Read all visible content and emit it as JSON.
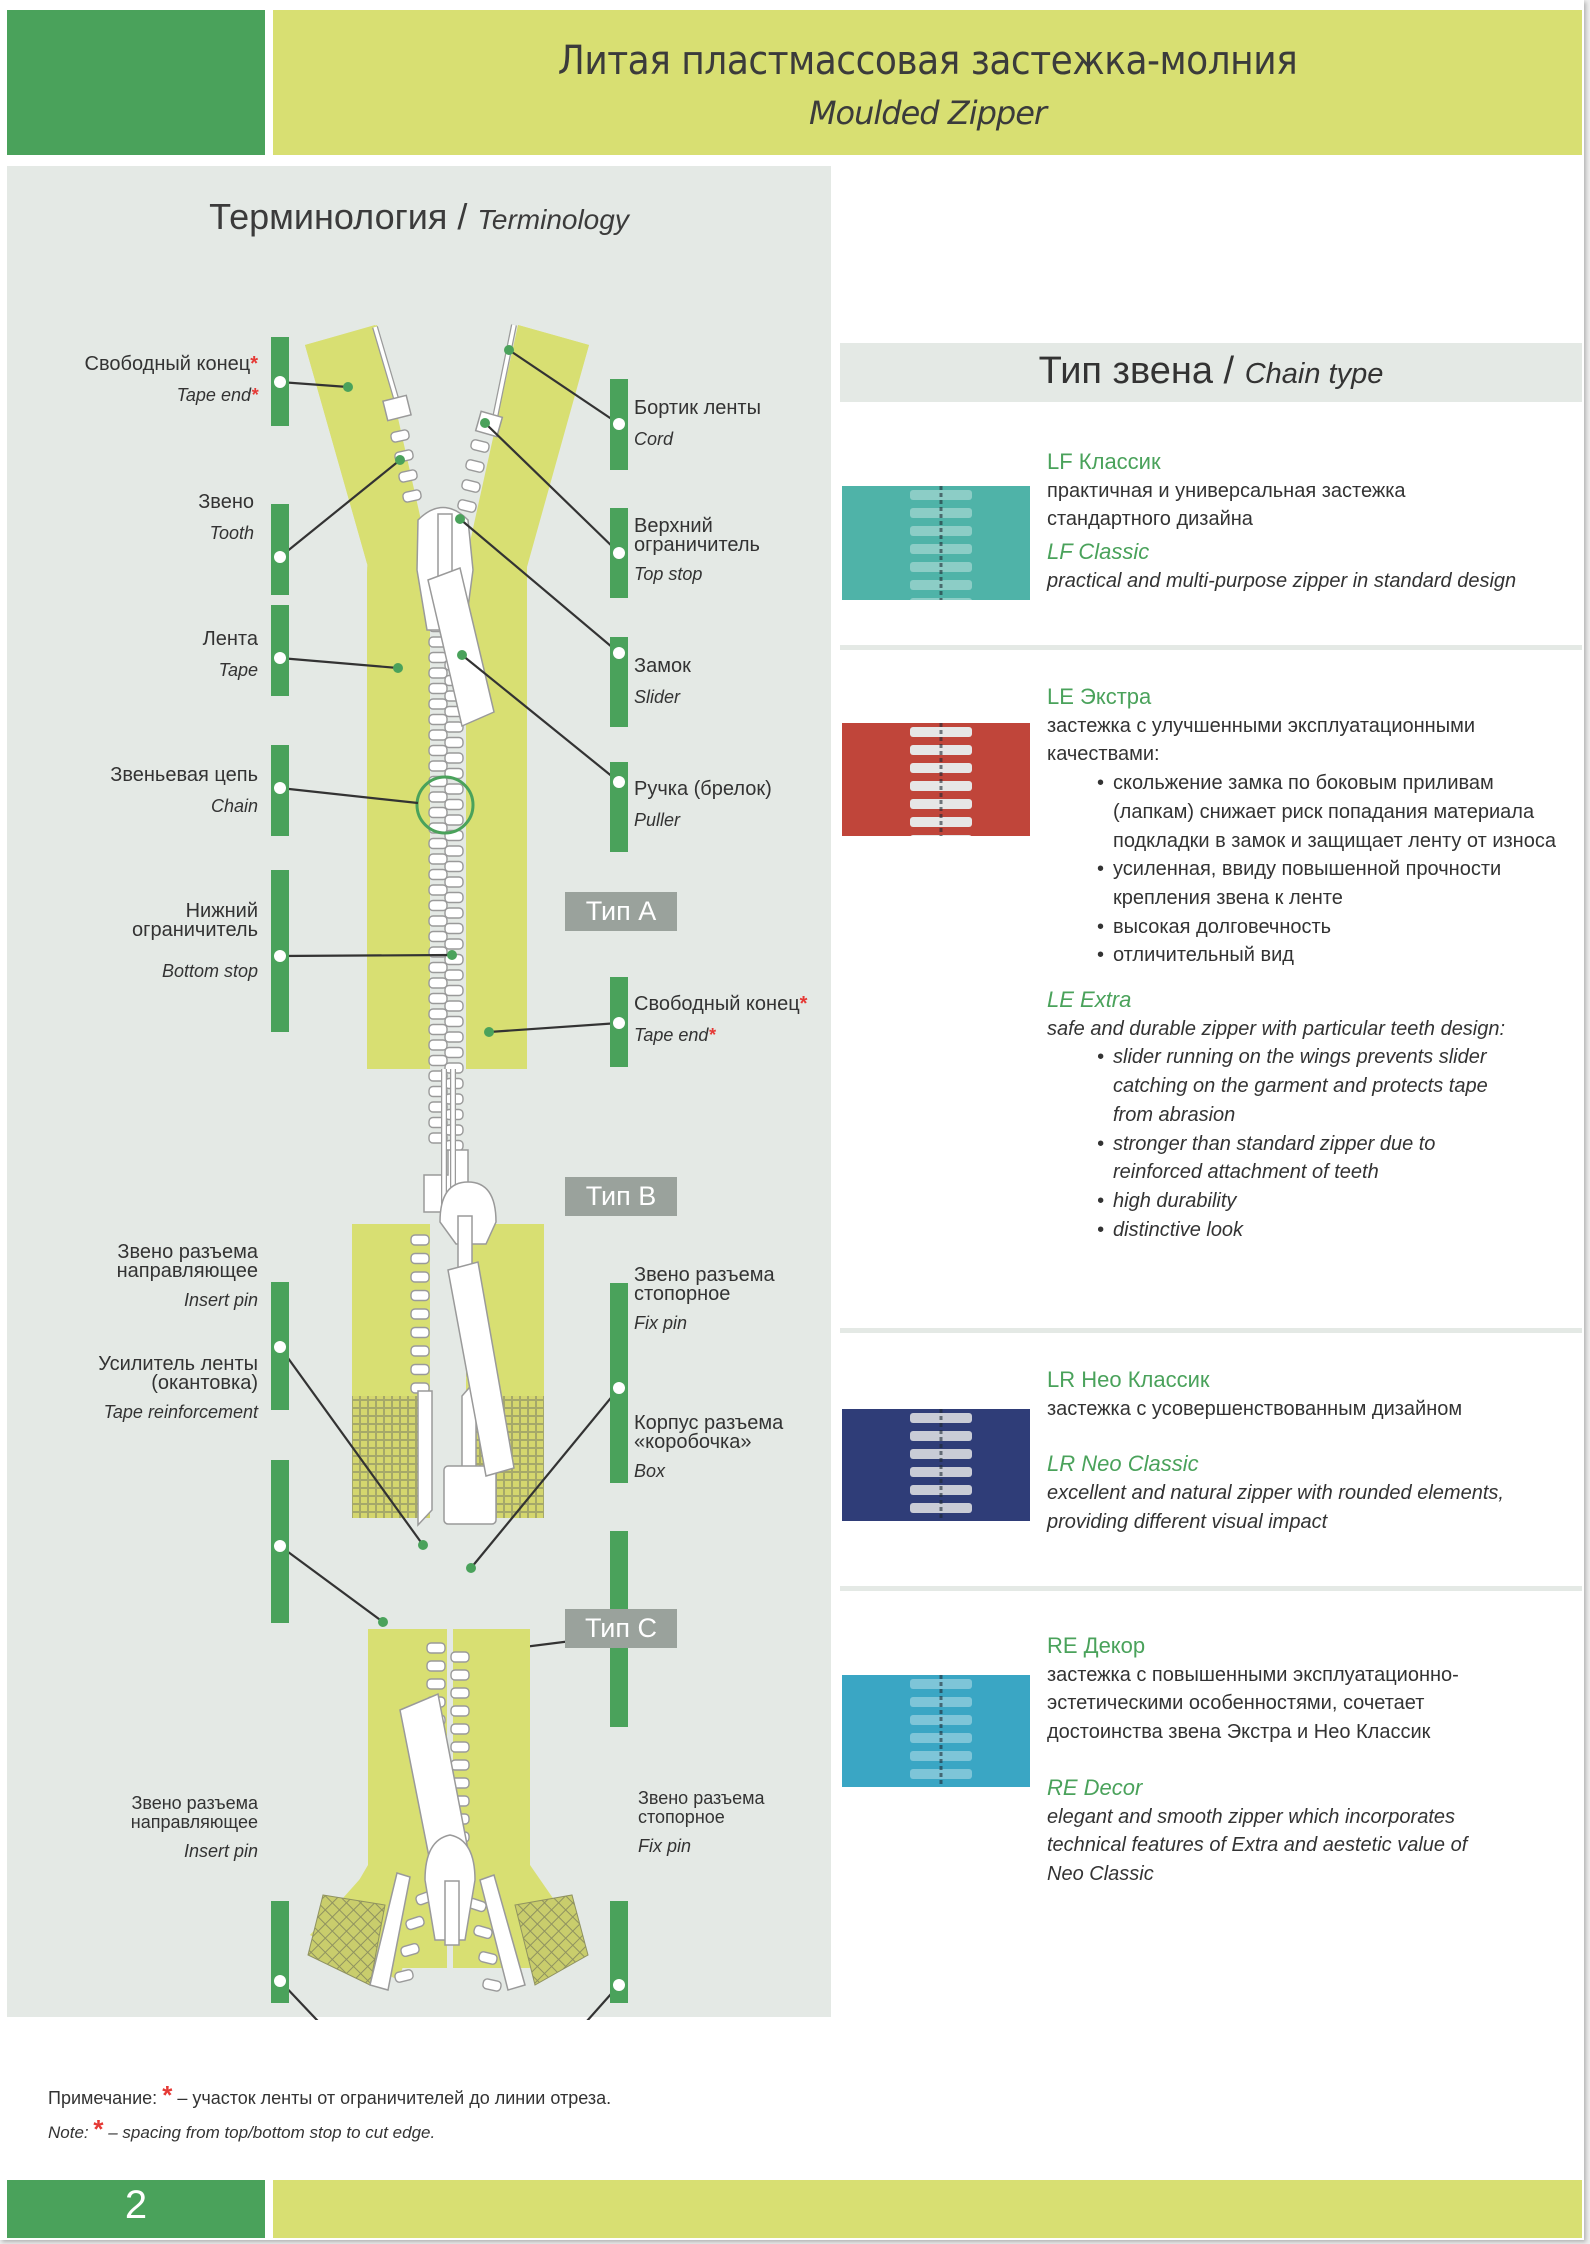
{
  "header": {
    "title": "Литая пластмассовая застежка-молния",
    "subtitle": "Moulded Zipper"
  },
  "terminology": {
    "title_ru": "Терминология",
    "separator": " / ",
    "title_en": "Terminology",
    "type_a": {
      "badge": "Тип A",
      "labels": {
        "tape_end_top": {
          "ru": "Свободный конец",
          "en": "Tape end",
          "star": "*"
        },
        "tooth": {
          "ru": "Звено",
          "en": "Tooth"
        },
        "tape": {
          "ru": "Лента",
          "en": "Tape"
        },
        "chain": {
          "ru": "Звеньевая цепь",
          "en": "Chain"
        },
        "bottom_stop": {
          "ru": "Нижний ограничитель",
          "en": "Bottom stop"
        },
        "cord": {
          "ru": "Бортик ленты",
          "en": "Cord"
        },
        "top_stop": {
          "ru": "Верхний ограничитель",
          "en": "Top stop"
        },
        "slider": {
          "ru": "Замок",
          "en": "Slider"
        },
        "puller": {
          "ru": "Ручка (брелок)",
          "en": "Puller"
        },
        "tape_end_bottom": {
          "ru": "Свободный конец",
          "en": "Tape end",
          "star": "*"
        }
      }
    },
    "type_b": {
      "badge": "Тип B",
      "labels": {
        "insert_pin": {
          "ru": "Звено разъема направляющее",
          "en": "Insert pin"
        },
        "tape_reinforcement": {
          "ru": "Усилитель ленты (окантовка)",
          "en": "Tape reinforcement"
        },
        "fix_pin": {
          "ru": "Звено разъема стопорное",
          "en": "Fix pin"
        },
        "box": {
          "ru": "Корпус разъема «коробочка»",
          "en": "Box"
        }
      }
    },
    "type_c": {
      "badge": "Тип C",
      "labels": {
        "insert_pin": {
          "ru": "Звено разъема направляющее",
          "en": "Insert pin"
        },
        "fix_pin": {
          "ru": "Звено разъема стопорное",
          "en": "Fix pin"
        }
      }
    },
    "note_ru_prefix": "Примечание:",
    "note_ru_text": "– участок ленты от ограничителей до линии отреза.",
    "note_en_prefix": "Note:",
    "note_en_text": "– spacing from top/bottom stop to cut edge.",
    "star": "*"
  },
  "chain_type": {
    "title_ru": "Тип звена",
    "separator": " / ",
    "title_en": "Chain type",
    "items": [
      {
        "name_ru": "LF Классик",
        "desc_ru": "практичная  и универсальная застежка стандартного дизайна",
        "name_en": "LF Classic",
        "desc_en": "practical and multi-purpose zipper in standard design",
        "swatch_color": "#4fb3a8"
      },
      {
        "name_ru": "LE  Экстра",
        "desc_ru": "застежка с улучшенными эксплуатационными качествами:",
        "bullets_ru": [
          "скольжение замка по боковым приливам (лапкам) снижает риск попадания материала подкладки в замок и защищает ленту от износа",
          "усиленная, ввиду повышенной прочности крепления звена к ленте",
          "высокая долговечность",
          "отличительный вид"
        ],
        "name_en": "LE  Extra",
        "desc_en": "safe and durable zipper with particular teeth design:",
        "bullets_en": [
          "slider running on the wings prevents slider catching on the garment and protects tape from abrasion",
          "stronger than standard zipper due to reinforced attachment of teeth",
          "high durability",
          "distinctive look"
        ],
        "swatch_color": "#c0453a"
      },
      {
        "name_ru": "LR Нео Классик",
        "desc_ru": "застежка с усовершенствованным дизайном",
        "name_en": "LR Neo Classic",
        "desc_en": "excellent and natural zipper with rounded elements, providing different visual impact",
        "swatch_color": "#2f3d78"
      },
      {
        "name_ru": "RE  Декор",
        "desc_ru": "застежка с повышенными эксплуатационно-эстетическими особенностями, сочетает достоинства звена Экстра и Нео Классик",
        "name_en": "RE  Decor",
        "desc_en": "elegant and smooth zipper which incorporates technical features of Extra and aestetic value of Neo Classic",
        "swatch_color": "#3aa6c4"
      }
    ]
  },
  "footer": {
    "page_number": "2"
  },
  "colors": {
    "brand_green": "#4aa25b",
    "lime": "#d8df72",
    "panel_gray": "#e4e9e5",
    "badge_gray": "#9aa29c",
    "accent_red": "#e53935"
  }
}
